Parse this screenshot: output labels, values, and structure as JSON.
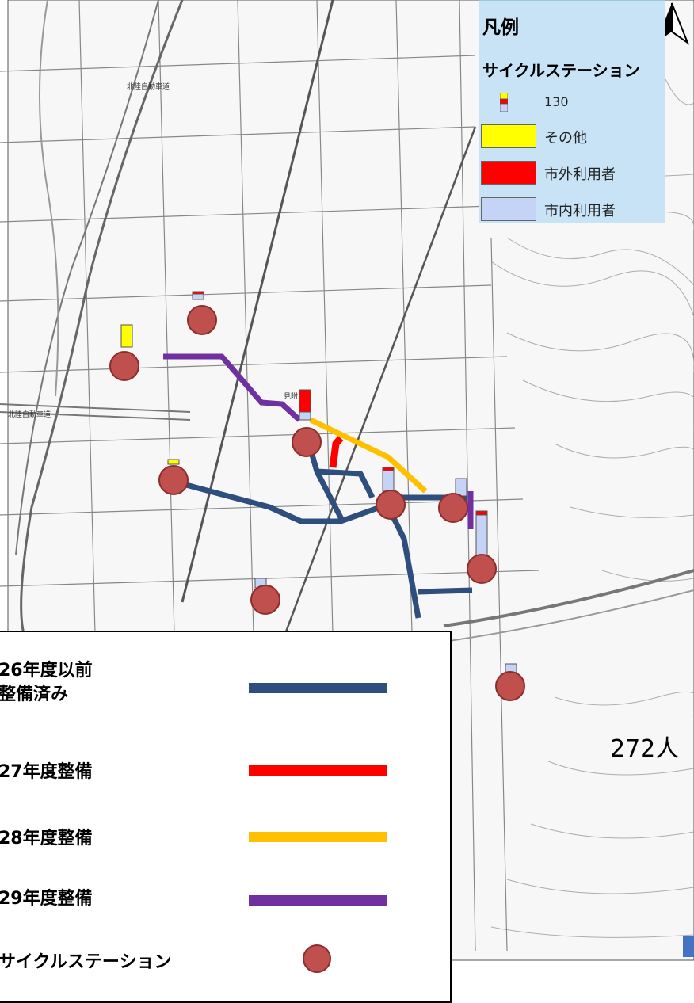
{
  "map": {
    "road_labels": [
      "北陸自動車道",
      "北陸自動車道"
    ],
    "station_names": [
      "見附"
    ],
    "annotation": "272人"
  },
  "legend_top": {
    "title": "凡例",
    "subtitle": "サイクルステーション",
    "bar_value": "130",
    "items": [
      {
        "label": "その他",
        "color": "#ffff00"
      },
      {
        "label": "市外利用者",
        "color": "#ff0000"
      },
      {
        "label": "市内利用者",
        "color": "#c5d3f7"
      }
    ]
  },
  "legend_bottom": {
    "items": [
      {
        "label_line1": "26年度以前",
        "label_line2": "整備済み",
        "color": "#2e4f7e"
      },
      {
        "label_line1": "27年度整備",
        "color": "#ff0000"
      },
      {
        "label_line1": "28年度整備",
        "color": "#ffc000"
      },
      {
        "label_line1": "29年度整備",
        "color": "#7030a0"
      },
      {
        "label_line1": "サイクルステーション",
        "color": "#c0504d"
      }
    ]
  },
  "colors": {
    "route_26": "#2e4f7e",
    "route_27": "#ff0000",
    "route_28": "#ffc000",
    "route_29": "#7030a0",
    "station": "#c0504d",
    "bar_other": "#ffff00",
    "bar_outside": "#ff0000",
    "bar_inside": "#c5d3f7"
  }
}
